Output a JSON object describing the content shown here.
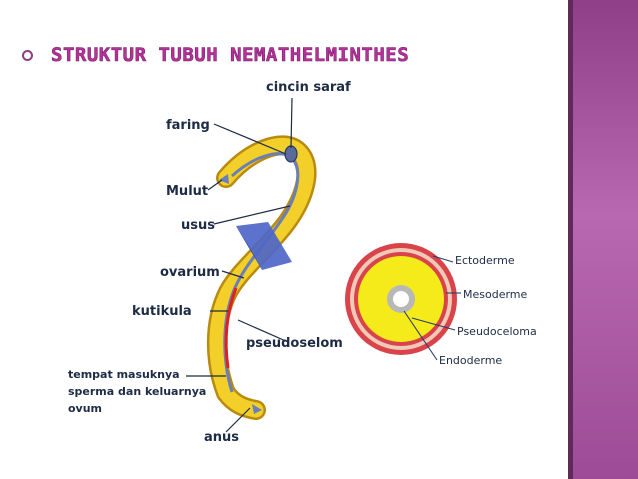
{
  "title": "STRUKTUR TUBUH NEMATHELMINTHES",
  "worm_labels": {
    "cincin_saraf": "cincin saraf",
    "faring": "faring",
    "mulut": "Mulut",
    "usus": "usus",
    "ovarium": "ovarium",
    "kutikula": "kutikula",
    "pseudoselom": "pseudoselom",
    "tempat_line1": "tempat masuknya",
    "tempat_line2": "sperma dan keluarnya",
    "tempat_line3": "ovum",
    "anus": "anus"
  },
  "cross_section_labels": {
    "ectoderme": "Ectoderme",
    "mesoderme": "Mesoderme",
    "pseudoceloma": "Pseudoceloma",
    "endoderme": "Endoderme"
  },
  "colors": {
    "accent_purple": "#9d4b96",
    "title_magenta": "#b5329b",
    "worm_yellow": "#f3cf2a",
    "worm_outline": "#b98a10",
    "ovary_red": "#e0201c",
    "intestine_blue": "#6a7fb8",
    "ring_red": "#d9434a",
    "ring_yellow": "#f5ea1a",
    "core_grey": "#b8b8b8"
  }
}
